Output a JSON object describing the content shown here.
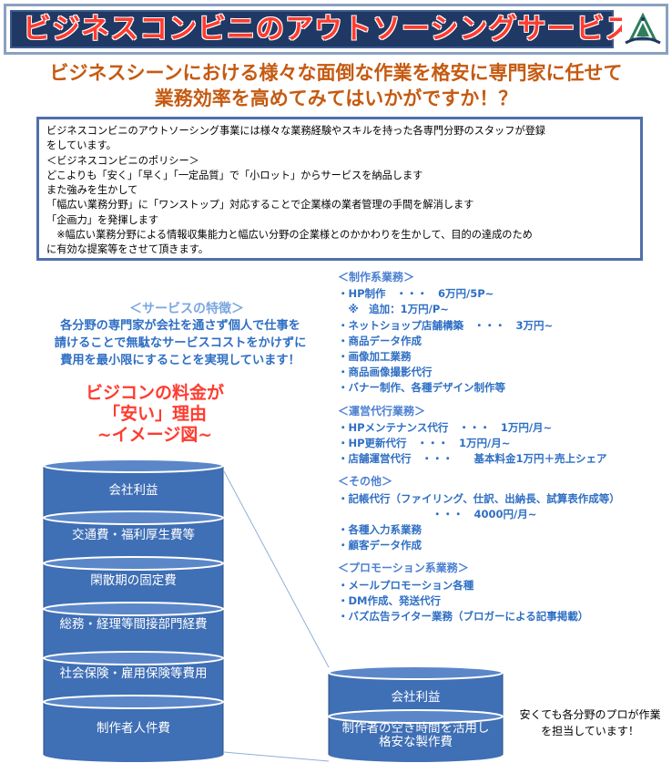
{
  "header": {
    "title": "ビジネスコンビニのアウトソーシングサービス！",
    "logo_icon": "pyramid-logo-icon"
  },
  "subtitle": {
    "line1": "ビジネスシーンにおける様々な面倒な作業を格安に専門家に任せて",
    "line2": "業務効率を高めてみてはいかがですか！？"
  },
  "intro": {
    "lines": [
      "ビジネスコンビニのアウトソーシング事業には様々な業務経験やスキルを持った各専門分野のスタッフが登録",
      "をしています。",
      "＜ビジネスコンビニのポリシー＞",
      "どこよりも「安く」「早く」「一定品質」で「小ロット」からサービスを納品します",
      "また強みを生かして",
      "「幅広い業務分野」に「ワンストップ」対応することで企業様の業者管理の手間を解消します",
      "「企画力」を発揮します",
      "　※幅広い業務分野による情報収集能力と幅広い分野の企業様とのかかわりを生かして、目的の達成のため",
      "に有効な提案等をさせて頂きます。"
    ]
  },
  "features": {
    "heading": "＜サービスの特徴＞",
    "lines": [
      "各分野の専門家が会社を通さず個人で仕事を",
      "請けることで無駄なサービスコストをかけずに",
      "費用を最小限にすることを実現しています！"
    ]
  },
  "price_title": {
    "line1": "ビジコンの料金が",
    "line2": "「安い」理由",
    "line3": "~イメージ図~"
  },
  "services": [
    {
      "heading": "＜制作系業務＞",
      "items": [
        "・HP制作　・・・　6万円/5P~",
        "　※　追加：1万円/P~",
        "・ネットショップ店舗構築　・・・　3万円~",
        "・商品データ作成",
        "・画像加工業務",
        "・商品画像撮影代行",
        "・バナー制作、各種デザイン制作等"
      ]
    },
    {
      "heading": "＜運営代行業務＞",
      "items": [
        "・HPメンテナンス代行　・・・　1万円/月~",
        "・HP更新代行　・・・　1万円/月~",
        "・店舗運営代行　・・・　　基本料金1万円＋売上シェア"
      ]
    },
    {
      "heading": "＜その他＞",
      "items": [
        "・記帳代行（ファイリング、仕訳、出納長、試算表作成等）",
        "　　　　　　　　　・・・　4000円/月~",
        "・各種入力系業務",
        "・顧客データ作成"
      ]
    },
    {
      "heading": "＜プロモーション系業務＞",
      "items": [
        "・メールプロモーション各種",
        "・DM作成、発送代行",
        "・バズ広告ライター業務（ブロガーによる記事掲載）"
      ]
    }
  ],
  "left_stack": [
    {
      "label": "会社利益"
    },
    {
      "label": "交通費・福利厚生費等"
    },
    {
      "label": "閑散期の固定費"
    },
    {
      "label": "総務・経理等間接部門経費"
    },
    {
      "label": "社会保険・雇用保険等費用"
    },
    {
      "label": "制作者人件費"
    }
  ],
  "right_stack": [
    {
      "label": "会社利益"
    },
    {
      "label": "制作者の空き時間を活用し格安な製作費"
    }
  ],
  "note": "安くても各分野のプロが作業を担当しています！",
  "colors": {
    "header_bg": "#1f3864",
    "header_text": "#ff3b2f",
    "subtitle": "#c55a11",
    "service_text": "#2f6fc4",
    "cylinder_body": "#3f6fb5",
    "cylinder_top": "#5b87c9"
  }
}
